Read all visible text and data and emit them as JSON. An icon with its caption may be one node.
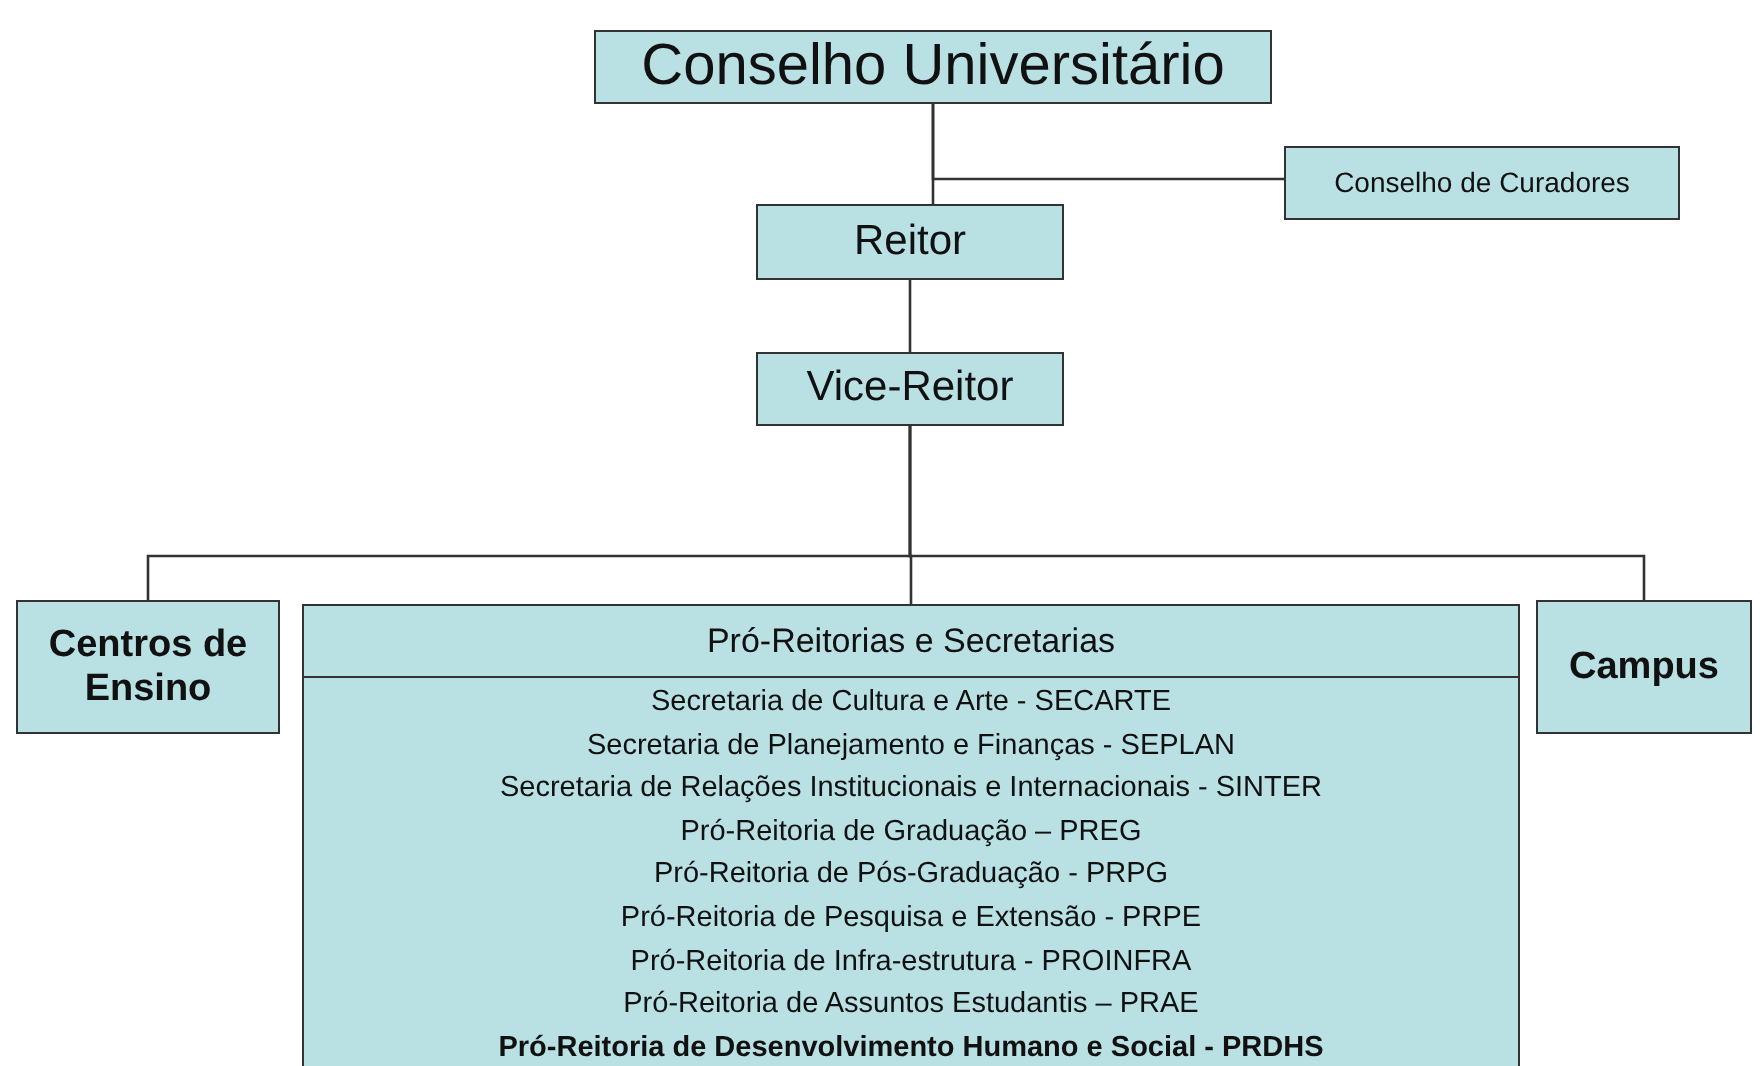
{
  "diagram": {
    "nodes": [
      {
        "text": [
          "Conselho Universitário"
        ]
      },
      {
        "text": [
          "Conselho de Curadores"
        ]
      },
      {
        "text": [
          "Reitor"
        ]
      },
      {
        "text": [
          "Vice-Reitor"
        ]
      },
      {
        "text": [
          "Centros de Ensino"
        ]
      },
      {
        "text": [
          "Pró-Reitorias e Secretarias",
          "Secretaria de Cultura e Arte - SECARTE",
          "Secretaria de Planejamento e Finanças - SEPLAN",
          "Secretaria de Relações Institucionais e Internacionais - SINTER",
          "Pró-Reitoria de Graduação – PREG",
          "Pró-Reitoria de Pós-Graduação - PRPG",
          "Pró-Reitoria de Pesquisa e Extensão - PRPE",
          "Pró-Reitoria de Infra-estrutura - PROINFRA",
          "Pró-Reitoria de Assuntos Estudantis – PRAE",
          "Pró-Reitoria de Desenvolvimento Humano e Social - PRDHS"
        ]
      },
      {
        "text": [
          "Campus"
        ]
      }
    ],
    "edges": [
      {
        "from": 0,
        "to": 2,
        "arrow": "none"
      },
      {
        "from": 0,
        "to": 1,
        "arrow": "none"
      },
      {
        "from": 2,
        "to": 3,
        "arrow": "none"
      },
      {
        "from": 3,
        "to": 4,
        "arrow": "none"
      },
      {
        "from": 3,
        "to": 5,
        "arrow": "none"
      },
      {
        "from": 3,
        "to": 6,
        "arrow": "none"
      }
    ]
  }
}
